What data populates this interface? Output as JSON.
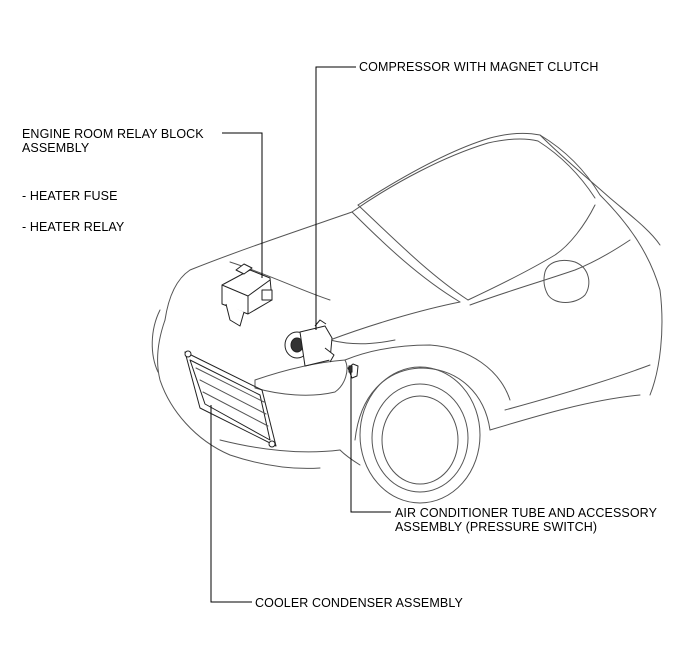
{
  "labels": {
    "compressor": "COMPRESSOR WITH MAGNET CLUTCH",
    "relay_block_line1": "ENGINE ROOM RELAY BLOCK",
    "relay_block_line2": "ASSEMBLY",
    "heater_fuse": "- HEATER FUSE",
    "heater_relay": "- HEATER RELAY",
    "ac_tube_line1": "AIR CONDITIONER TUBE AND ACCESSORY",
    "ac_tube_line2": "ASSEMBLY (PRESSURE SWITCH)",
    "condenser": "COOLER CONDENSER ASSEMBLY"
  }
}
